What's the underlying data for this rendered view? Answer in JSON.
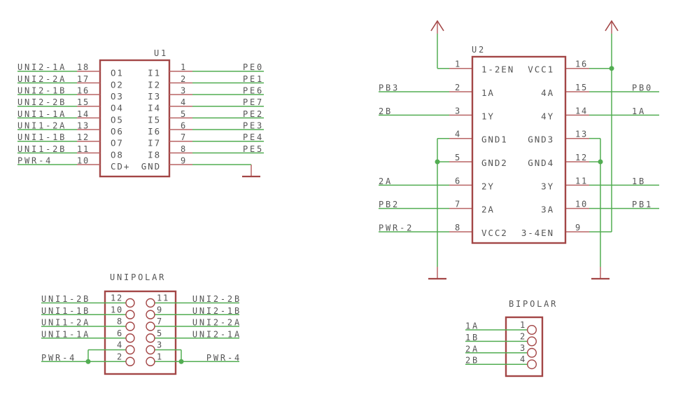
{
  "schematic": {
    "colors": {
      "part_outline": "#a34646",
      "pin": "#b86464",
      "wire": "#52ad52",
      "text": "#555555",
      "background": "#ffffff"
    },
    "u1": {
      "designator": "U1",
      "left_pins": [
        {
          "pin": "18",
          "label": "O1",
          "net": "UNI2-1A"
        },
        {
          "pin": "17",
          "label": "O2",
          "net": "UNI2-2A"
        },
        {
          "pin": "16",
          "label": "O3",
          "net": "UNI2-1B"
        },
        {
          "pin": "15",
          "label": "O4",
          "net": "UNI2-2B"
        },
        {
          "pin": "14",
          "label": "O5",
          "net": "UNI1-1A"
        },
        {
          "pin": "13",
          "label": "O6",
          "net": "UNI1-2A"
        },
        {
          "pin": "12",
          "label": "O7",
          "net": "UNI1-1B"
        },
        {
          "pin": "11",
          "label": "O8",
          "net": "UNI1-2B"
        },
        {
          "pin": "10",
          "label": "CD+",
          "net": "PWR-4"
        }
      ],
      "right_pins": [
        {
          "pin": "1",
          "label": "I1",
          "net": "PE0"
        },
        {
          "pin": "2",
          "label": "I2",
          "net": "PE1"
        },
        {
          "pin": "3",
          "label": "I3",
          "net": "PE6"
        },
        {
          "pin": "4",
          "label": "I4",
          "net": "PE7"
        },
        {
          "pin": "5",
          "label": "I5",
          "net": "PE2"
        },
        {
          "pin": "6",
          "label": "I6",
          "net": "PE3"
        },
        {
          "pin": "7",
          "label": "I7",
          "net": "PE4"
        },
        {
          "pin": "8",
          "label": "I8",
          "net": "PE5"
        },
        {
          "pin": "9",
          "label": "GND",
          "net": "",
          "connection": "ground"
        }
      ]
    },
    "u2": {
      "designator": "U2",
      "left_pins": [
        {
          "pin": "1",
          "label": "1-2EN",
          "net": "",
          "connection": "supply"
        },
        {
          "pin": "2",
          "label": "1A",
          "net": "PB3"
        },
        {
          "pin": "3",
          "label": "1Y",
          "net": "2B"
        },
        {
          "pin": "4",
          "label": "GND1",
          "net": "",
          "connection": "ground"
        },
        {
          "pin": "5",
          "label": "GND2",
          "net": "",
          "connection": "ground-junction"
        },
        {
          "pin": "6",
          "label": "2Y",
          "net": "2A"
        },
        {
          "pin": "7",
          "label": "2A",
          "net": "PB2"
        },
        {
          "pin": "8",
          "label": "VCC2",
          "net": "PWR-2"
        }
      ],
      "right_pins": [
        {
          "pin": "16",
          "label": "VCC1",
          "net": "",
          "connection": "supply-junction"
        },
        {
          "pin": "15",
          "label": "4A",
          "net": "PB0"
        },
        {
          "pin": "14",
          "label": "4Y",
          "net": "1A"
        },
        {
          "pin": "13",
          "label": "GND3",
          "net": "",
          "connection": "ground"
        },
        {
          "pin": "12",
          "label": "GND4",
          "net": "",
          "connection": "ground-junction"
        },
        {
          "pin": "11",
          "label": "3Y",
          "net": "1B"
        },
        {
          "pin": "10",
          "label": "3A",
          "net": "PB1"
        },
        {
          "pin": "9",
          "label": "3-4EN",
          "net": "",
          "connection": "supply-tie"
        }
      ]
    },
    "unipolar": {
      "title": "UNIPOLAR",
      "rows": [
        {
          "left_net": "UNI1-2B",
          "left_pin": "12",
          "right_pin": "11",
          "right_net": "UNI2-2B"
        },
        {
          "left_net": "UNI1-1B",
          "left_pin": "10",
          "right_pin": "9",
          "right_net": "UNI2-1B"
        },
        {
          "left_net": "UNI1-2A",
          "left_pin": "8",
          "right_pin": "7",
          "right_net": "UNI2-2A"
        },
        {
          "left_net": "UNI1-1A",
          "left_pin": "6",
          "right_pin": "5",
          "right_net": "UNI2-1A"
        },
        {
          "left_net": "",
          "left_pin": "4",
          "right_pin": "3",
          "right_net": "",
          "tied_to_row_below": true
        },
        {
          "left_net": "PWR-4",
          "left_pin": "2",
          "right_pin": "1",
          "right_net": "PWR-4"
        }
      ]
    },
    "bipolar": {
      "title": "BIPOLAR",
      "rows": [
        {
          "net": "1A",
          "pin": "1"
        },
        {
          "net": "1B",
          "pin": "2"
        },
        {
          "net": "2A",
          "pin": "3"
        },
        {
          "net": "2B",
          "pin": "4"
        }
      ]
    }
  }
}
